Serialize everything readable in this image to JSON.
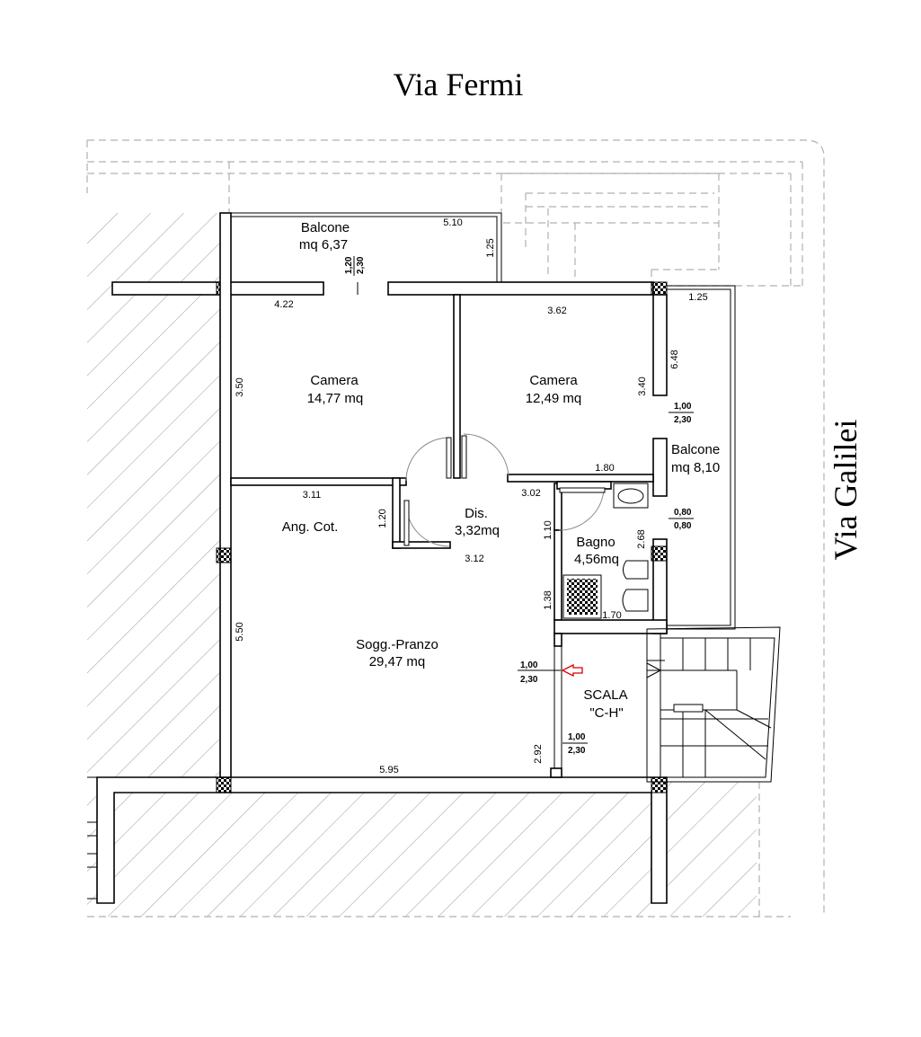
{
  "streets": {
    "north": "Via Fermi",
    "east": "Via Galilei"
  },
  "rooms": [
    {
      "name": "Balcone",
      "area": "mq 6,37"
    },
    {
      "name": "Camera",
      "area": "14,77 mq"
    },
    {
      "name": "Camera",
      "area": "12,49 mq"
    },
    {
      "name": "Balcone",
      "area": "mq 8,10"
    },
    {
      "name": "Dis.",
      "area": "3,32mq"
    },
    {
      "name": "Ang. Cot.",
      "area": ""
    },
    {
      "name": "Bagno",
      "area": "4,56mq"
    },
    {
      "name": "Sogg.-Pranzo",
      "area": "29,47 mq"
    },
    {
      "name": "SCALA",
      "area": "\"C-H\""
    }
  ],
  "dimensions": [
    "5.10",
    "1.25",
    "4.22",
    "3.62",
    "1.25",
    "6.48",
    "3.50",
    "3.40",
    "1.80",
    "3.11",
    "3.02",
    "1.20",
    "1.10",
    "3.12",
    "2.68",
    "1.38",
    "1.70",
    "5.50",
    "2.92",
    "5.95"
  ],
  "openings": [
    {
      "w": "1,20",
      "h": "2,30"
    },
    {
      "w": "1,00",
      "h": "2,30"
    },
    {
      "w": "0,80",
      "h": "0,80"
    },
    {
      "w": "1,00",
      "h": "2,30"
    },
    {
      "w": "1,00",
      "h": "2,30"
    }
  ],
  "colors": {
    "wall": "#000000",
    "hatch": "#9a9a9a",
    "dashed": "#b0b0b0",
    "entrance_arrow": "#d40000"
  }
}
